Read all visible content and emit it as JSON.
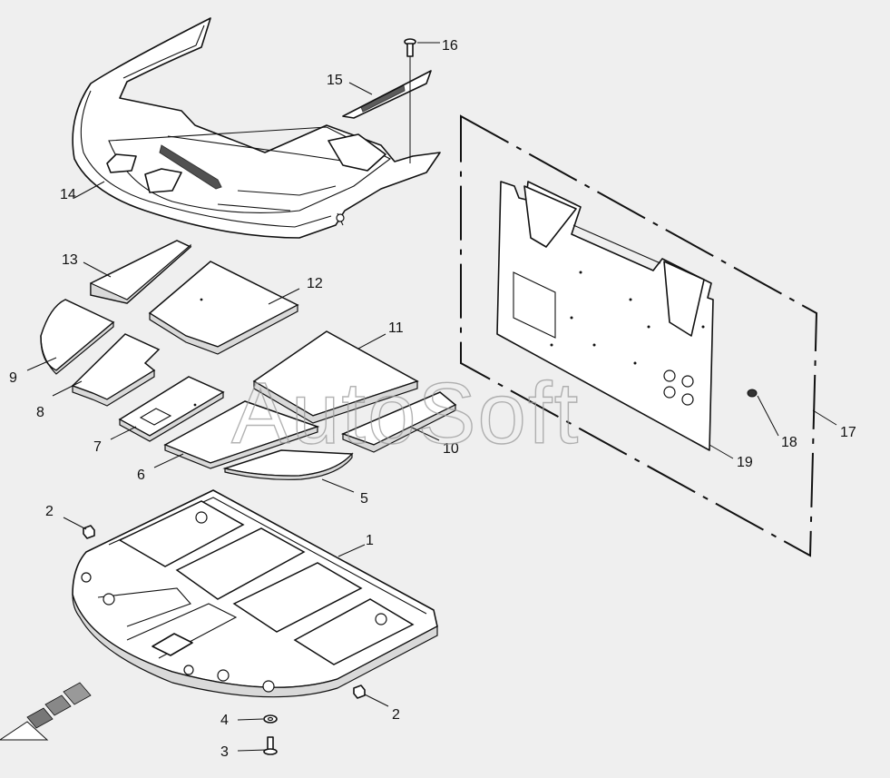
{
  "watermark": "AutoSoft",
  "callouts": [
    {
      "id": "1",
      "label": "1"
    },
    {
      "id": "2a",
      "label": "2"
    },
    {
      "id": "2b",
      "label": "2"
    },
    {
      "id": "3",
      "label": "3"
    },
    {
      "id": "4",
      "label": "4"
    },
    {
      "id": "5",
      "label": "5"
    },
    {
      "id": "6",
      "label": "6"
    },
    {
      "id": "7",
      "label": "7"
    },
    {
      "id": "8",
      "label": "8"
    },
    {
      "id": "9",
      "label": "9"
    },
    {
      "id": "10",
      "label": "10"
    },
    {
      "id": "11",
      "label": "11"
    },
    {
      "id": "12",
      "label": "12"
    },
    {
      "id": "13",
      "label": "13"
    },
    {
      "id": "14",
      "label": "14"
    },
    {
      "id": "15",
      "label": "15"
    },
    {
      "id": "16",
      "label": "16"
    },
    {
      "id": "17",
      "label": "17"
    },
    {
      "id": "18",
      "label": "18"
    },
    {
      "id": "19",
      "label": "19"
    }
  ],
  "colors": {
    "background": "#efefef",
    "line": "#111111",
    "watermark": "#9a9a9a"
  },
  "icons": [
    "front-direction-arrow-icon"
  ]
}
